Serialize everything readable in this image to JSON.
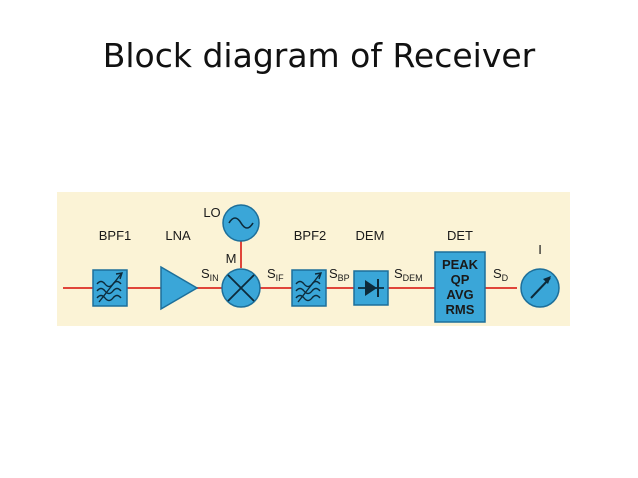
{
  "page": {
    "title": "Block diagram of Receiver"
  },
  "colors": {
    "panel_bg": "#fbf3d6",
    "block_fill": "#3aa6d8",
    "block_stroke": "#1d6f9a",
    "signal_line": "#e0453a",
    "icon_dark": "#0d2a3a"
  },
  "diagram": {
    "blocks": {
      "bpf1": "BPF1",
      "lna": "LNA",
      "lo": "LO",
      "mixer": "M",
      "bpf2": "BPF2",
      "dem": "DEM",
      "det": "DET",
      "meter": "I"
    },
    "detector_modes": [
      "PEAK",
      "QP",
      "AVG",
      "RMS"
    ],
    "signals": {
      "s_in": {
        "base": "S",
        "sub": "IN"
      },
      "s_if": {
        "base": "S",
        "sub": "IF"
      },
      "s_bp": {
        "base": "S",
        "sub": "BP"
      },
      "s_dem": {
        "base": "S",
        "sub": "DEM"
      },
      "s_d": {
        "base": "S",
        "sub": "D"
      }
    }
  }
}
